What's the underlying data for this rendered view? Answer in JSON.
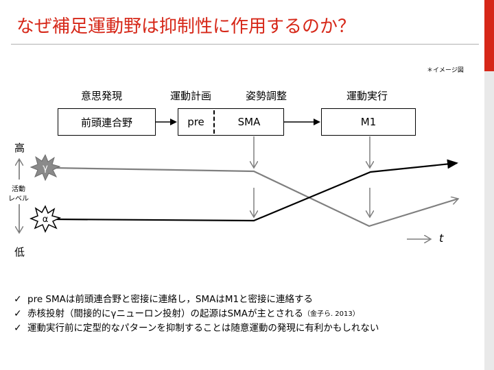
{
  "slide": {
    "title": "なぜ補足運動野は抑制性に作用するのか？",
    "note": "＊イメージ図"
  },
  "stages": {
    "intention": "意思発現",
    "planning": "運動計画",
    "posture": "姿勢調整",
    "execution": "運動実行"
  },
  "boxes": {
    "prefrontal": "前頭連合野",
    "pre": "pre",
    "sma": "SMA",
    "m1": "M1"
  },
  "axis": {
    "high": "高",
    "low": "低",
    "activity_line1": "活動",
    "activity_line2": "レベル",
    "time": "t"
  },
  "signals": {
    "gamma": "γ",
    "alpha": "α"
  },
  "colors": {
    "title": "#d62718",
    "gamma_line": "#7f7f7f",
    "alpha_line": "#000000",
    "gray_arrow": "#7f7f7f"
  },
  "bullets": [
    {
      "text": "pre SMAは前頭連合野と密接に連絡し，SMAはM1と密接に連絡する",
      "cite": ""
    },
    {
      "text": "赤核投射（間接的にγニューロン投射）の起源はSMAが主とされる",
      "cite": "（金子ら. 2013）"
    },
    {
      "text": "運動実行前に定型的なパターンを抑制することは随意運動の発現に有利かもしれない",
      "cite": ""
    }
  ]
}
